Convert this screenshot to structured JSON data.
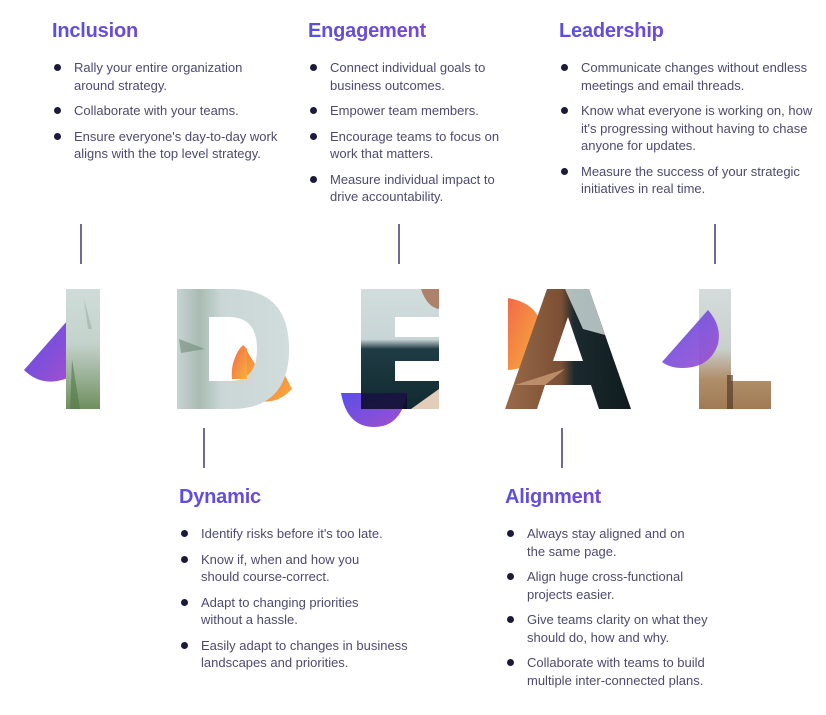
{
  "acronym": "IDEAL",
  "colors": {
    "heading_gradient_start": "#5b4fe0",
    "heading_gradient_end": "#8a3fd6",
    "bullet": "#1c1a3a",
    "body_text": "#4d4a6e",
    "connector": "#6e6b94",
    "accent_purple": "#6a4fe0",
    "accent_orange": "#f5823c"
  },
  "letters": [
    {
      "char": "I",
      "image_theme": "blurred green plant"
    },
    {
      "char": "D",
      "image_theme": "blurred palm leaves"
    },
    {
      "char": "E",
      "image_theme": "person in dark top"
    },
    {
      "char": "A",
      "image_theme": "woman with hand on face"
    },
    {
      "char": "L",
      "image_theme": "blurred warm interior"
    }
  ],
  "sections": {
    "inclusion": {
      "title": "Inclusion",
      "items": [
        "Rally your entire organization around strategy.",
        "Collaborate with your teams.",
        "Ensure everyone's day-to-day work aligns with the top level strategy."
      ]
    },
    "engagement": {
      "title": "Engagement",
      "items": [
        "Connect individual goals to business outcomes.",
        "Empower team members.",
        "Encourage teams to focus on work that matters.",
        "Measure individual impact to drive accountability."
      ]
    },
    "leadership": {
      "title": "Leadership",
      "items": [
        "Communicate changes without endless meetings and email threads.",
        "Know what everyone is working on, how it's progressing without having to chase anyone for updates.",
        "Measure the success of your strategic initiatives in real time."
      ]
    },
    "dynamic": {
      "title": "Dynamic",
      "items": [
        "Identify risks before it's too late.",
        "Know if, when and how you should course-correct.",
        "Adapt to changing priorities without a hassle.",
        "Easily adapt to changes in business landscapes and priorities."
      ]
    },
    "alignment": {
      "title": "Alignment",
      "items": [
        "Always stay aligned and on the same page.",
        "Align huge cross-functional projects easier.",
        "Give teams clarity on what they should do, how and why.",
        "Collaborate with teams to build multiple inter-connected plans."
      ]
    }
  }
}
